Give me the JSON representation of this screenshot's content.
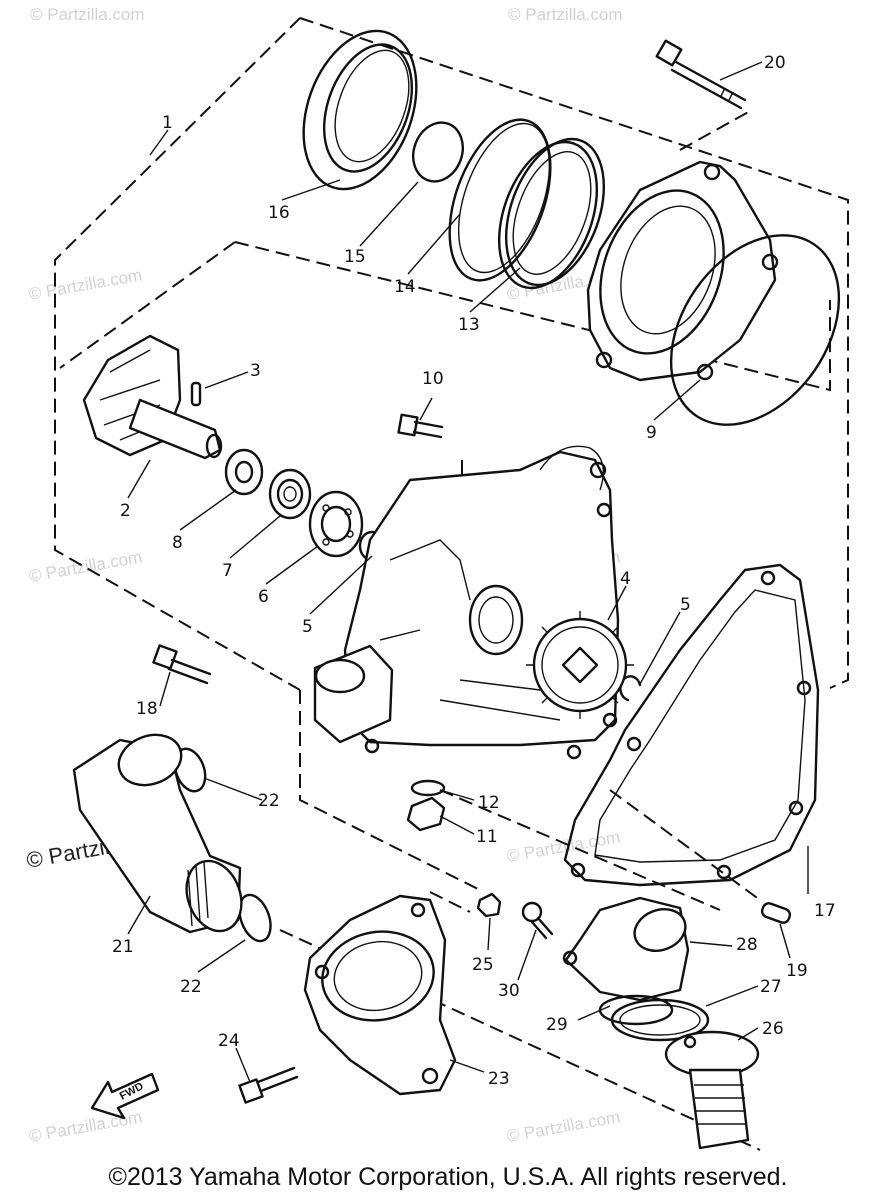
{
  "diagram": {
    "callouts": [
      "1",
      "2",
      "3",
      "4",
      "5",
      "5",
      "6",
      "7",
      "8",
      "9",
      "10",
      "11",
      "12",
      "13",
      "14",
      "15",
      "16",
      "17",
      "18",
      "19",
      "20",
      "21",
      "22",
      "22",
      "23",
      "24",
      "25",
      "26",
      "27",
      "28",
      "29",
      "30"
    ],
    "fwd_label": "FWD",
    "watermark": "© Partzilla.com",
    "watermark_prominent": "© Partzilla.com"
  },
  "footer": {
    "copyright": "©2013 Yamaha Motor Corporation, U.S.A. All rights reserved."
  }
}
